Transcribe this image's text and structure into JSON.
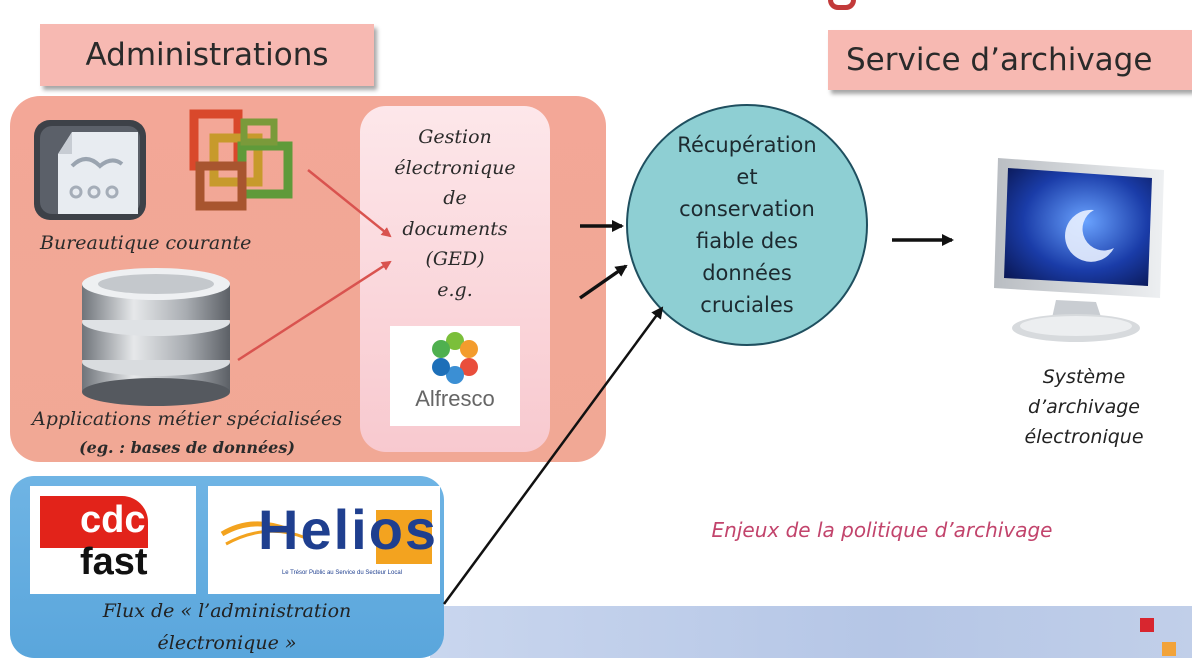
{
  "administrations_title": "Administrations",
  "service_title": "Service d’archivage",
  "ged_lines": [
    "Gestion",
    "électronique",
    "de",
    "documents",
    "(GED)",
    "e.g."
  ],
  "alfresco_logo_text": "Alfresco",
  "bureautique_label": "Bureautique courante",
  "applications_label": "Applications métier spécialisées",
  "applications_sublabel": "(eg. : bases de données)",
  "circle_text": "Récupération\net\nconservation\nfiable des\ndonnées\ncruciales",
  "systeme_lines": [
    "Système",
    "d’archivage",
    "électronique"
  ],
  "enjeux_text": "Enjeux de la politique d’archivage",
  "cdc_logo_top": "cdc",
  "cdc_logo_bottom": "fast",
  "helios_logo_text": "Helios",
  "helios_tagline": "Le Trésor Public au Service du Secteur Local",
  "flux_line1": "Flux de « l’administration",
  "flux_line2": "électronique »",
  "colors": {
    "salmon": "#f3a797",
    "pink_title": "#f7b9b2",
    "circle": "#8ecfd3",
    "blue_panel": "#6fb4e4",
    "arrow_red": "#d9534f",
    "enjeux": "#c2446c"
  }
}
